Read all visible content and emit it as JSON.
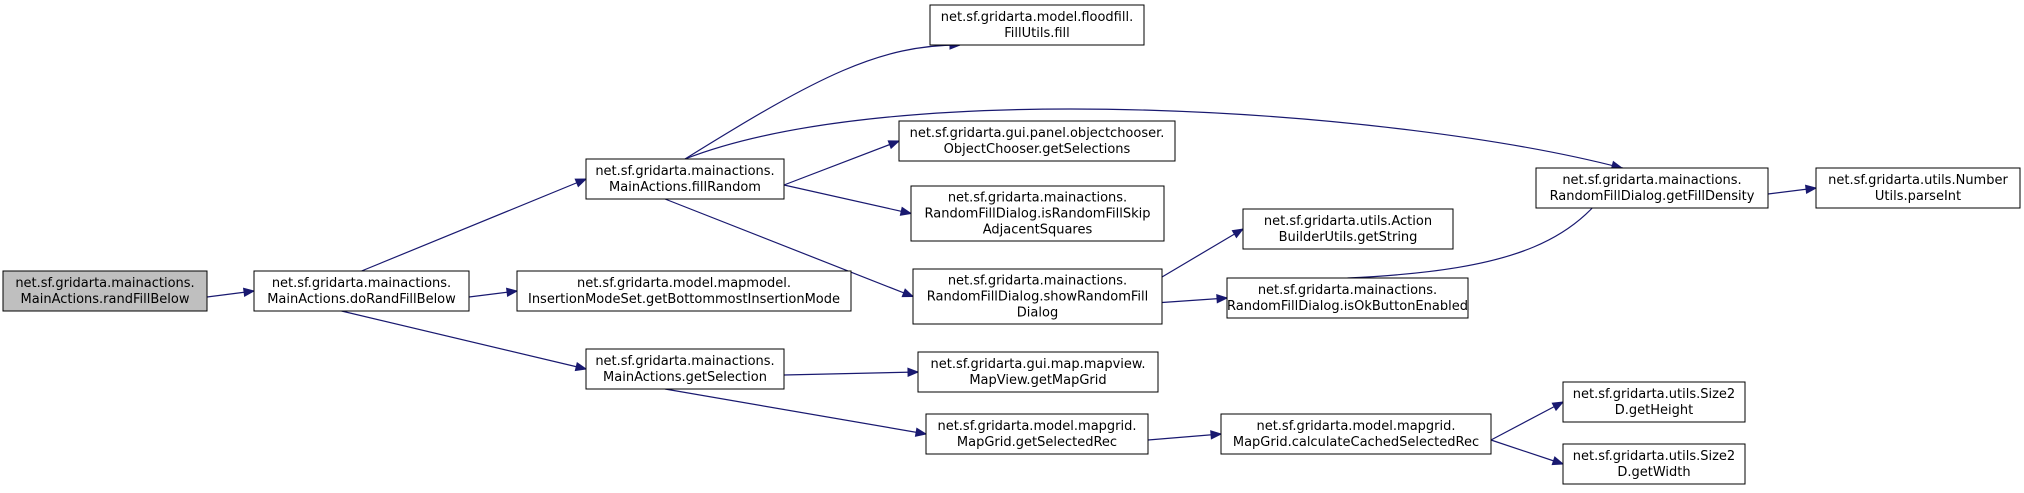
{
  "colors": {
    "edge": "#191970",
    "root_fill": "#bfbfbf",
    "node_fill": "#ffffff",
    "node_border": "#000000"
  },
  "nodes": [
    {
      "id": "randFillBelow",
      "lines": [
        "net.sf.gridarta.mainactions.",
        "MainActions.randFillBelow"
      ],
      "root": true
    },
    {
      "id": "doRandFillBelow",
      "lines": [
        "net.sf.gridarta.mainactions.",
        "MainActions.doRandFillBelow"
      ]
    },
    {
      "id": "fillRandom",
      "lines": [
        "net.sf.gridarta.mainactions.",
        "MainActions.fillRandom"
      ]
    },
    {
      "id": "getBottommost",
      "lines": [
        "net.sf.gridarta.model.mapmodel.",
        "InsertionModeSet.getBottommostInsertionMode"
      ]
    },
    {
      "id": "getSelection",
      "lines": [
        "net.sf.gridarta.mainactions.",
        "MainActions.getSelection"
      ]
    },
    {
      "id": "fill",
      "lines": [
        "net.sf.gridarta.model.floodfill.",
        "FillUtils.fill"
      ]
    },
    {
      "id": "getSelections",
      "lines": [
        "net.sf.gridarta.gui.panel.objectchooser.",
        "ObjectChooser.getSelections"
      ]
    },
    {
      "id": "isRandomFillSkip",
      "lines": [
        "net.sf.gridarta.mainactions.",
        "RandomFillDialog.isRandomFillSkip",
        "AdjacentSquares"
      ]
    },
    {
      "id": "showRandomFill",
      "lines": [
        "net.sf.gridarta.mainactions.",
        "RandomFillDialog.showRandomFill",
        "Dialog"
      ]
    },
    {
      "id": "getMapGrid",
      "lines": [
        "net.sf.gridarta.gui.map.mapview.",
        "MapView.getMapGrid"
      ]
    },
    {
      "id": "getSelectedRec",
      "lines": [
        "net.sf.gridarta.model.mapgrid.",
        "MapGrid.getSelectedRec"
      ]
    },
    {
      "id": "getString",
      "lines": [
        "net.sf.gridarta.utils.Action",
        "BuilderUtils.getString"
      ]
    },
    {
      "id": "isOkButtonEnabled",
      "lines": [
        "net.sf.gridarta.mainactions.",
        "RandomFillDialog.isOkButtonEnabled"
      ]
    },
    {
      "id": "calculateCached",
      "lines": [
        "net.sf.gridarta.model.mapgrid.",
        "MapGrid.calculateCachedSelectedRec"
      ]
    },
    {
      "id": "getFillDensity",
      "lines": [
        "net.sf.gridarta.mainactions.",
        "RandomFillDialog.getFillDensity"
      ]
    },
    {
      "id": "getHeight",
      "lines": [
        "net.sf.gridarta.utils.Size2",
        "D.getHeight"
      ]
    },
    {
      "id": "getWidth",
      "lines": [
        "net.sf.gridarta.utils.Size2",
        "D.getWidth"
      ]
    },
    {
      "id": "parseInt",
      "lines": [
        "net.sf.gridarta.utils.Number",
        "Utils.parseInt"
      ]
    }
  ],
  "edges": [
    [
      "randFillBelow",
      "doRandFillBelow"
    ],
    [
      "doRandFillBelow",
      "fillRandom"
    ],
    [
      "doRandFillBelow",
      "getBottommost"
    ],
    [
      "doRandFillBelow",
      "getSelection"
    ],
    [
      "fillRandom",
      "fill"
    ],
    [
      "fillRandom",
      "getFillDensity"
    ],
    [
      "fillRandom",
      "getSelections"
    ],
    [
      "fillRandom",
      "isRandomFillSkip"
    ],
    [
      "fillRandom",
      "showRandomFill"
    ],
    [
      "showRandomFill",
      "getString"
    ],
    [
      "showRandomFill",
      "isOkButtonEnabled"
    ],
    [
      "isOkButtonEnabled",
      "getFillDensity"
    ],
    [
      "getFillDensity",
      "parseInt"
    ],
    [
      "getSelection",
      "getMapGrid"
    ],
    [
      "getSelection",
      "getSelectedRec"
    ],
    [
      "getSelectedRec",
      "calculateCached"
    ],
    [
      "calculateCached",
      "getHeight"
    ],
    [
      "calculateCached",
      "getWidth"
    ]
  ]
}
